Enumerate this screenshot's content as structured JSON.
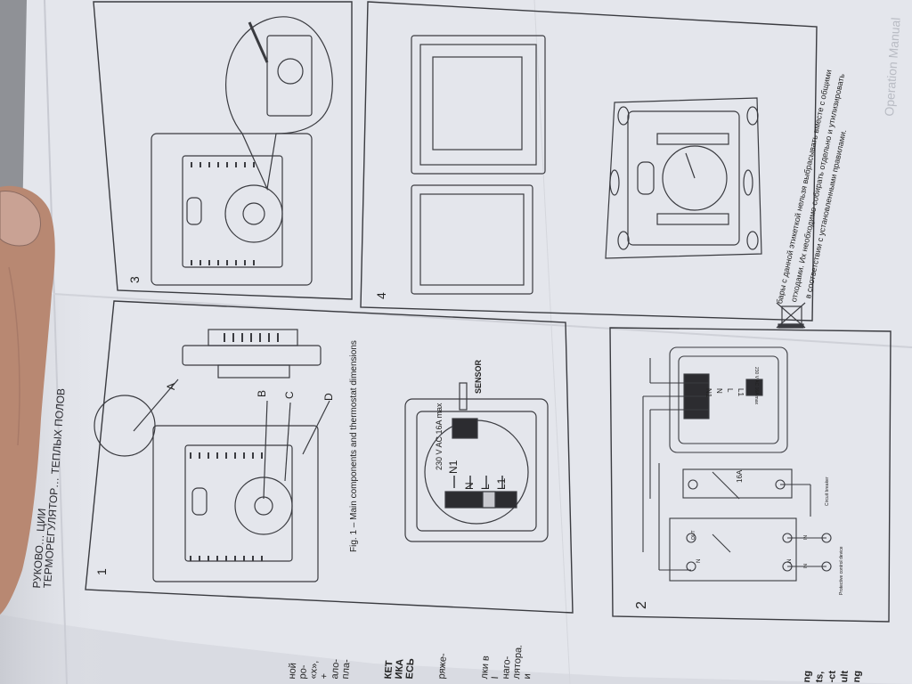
{
  "manual": {
    "title_line1": "РУКОВО…           ЦИИ",
    "title_line2": "ТЕРМОРЕГУЛЯТОР… ТЕПЛЫХ ПОЛОВ",
    "background_title": "Operation Manual"
  },
  "panels": {
    "panel1": {
      "number": "1",
      "caption": "Fig. 1 – Main components and thermostat dimensions",
      "callouts": [
        "A",
        "B",
        "C",
        "D"
      ],
      "voltage": "230 V AC 16A max",
      "sensor": "SENSOR",
      "terminals": [
        "N1",
        "N",
        "L",
        "L1"
      ]
    },
    "panel2": {
      "number": "2",
      "breaker": "16A",
      "circuit_breaker": "Circuit breaker",
      "protective_device": "Protective control device",
      "out": "OUT",
      "in_l": "IN",
      "in_n": "IN",
      "n_left": "N",
      "n_right": "N",
      "terminals": [
        "N1",
        "N",
        "L",
        "L1"
      ],
      "voltage": "230 V AC 16A max"
    },
    "panel3": {
      "number": "3"
    },
    "panel4": {
      "number": "4"
    }
  },
  "recycling": {
    "line1": "бары с данной этикеткой нельзя выбрасывать вместе с общими",
    "line2": "отходами. Их необходимо собирать отдельно и утилизировать",
    "line3": "в соответствии с установленными правилами."
  },
  "left_page_fragments": [
    "ной",
    "ро-",
    "«х»,",
    "+",
    "ало-",
    "пла-",
    "КЕТ",
    "ИКА",
    "ЕСЬ",
    "ряже-",
    "лки в",
    "I",
    "наго-",
    "лятора.",
    "и"
  ],
  "right_page_fragments": [
    "ng",
    "ts,",
    "-ct",
    "ult",
    "ng"
  ]
}
